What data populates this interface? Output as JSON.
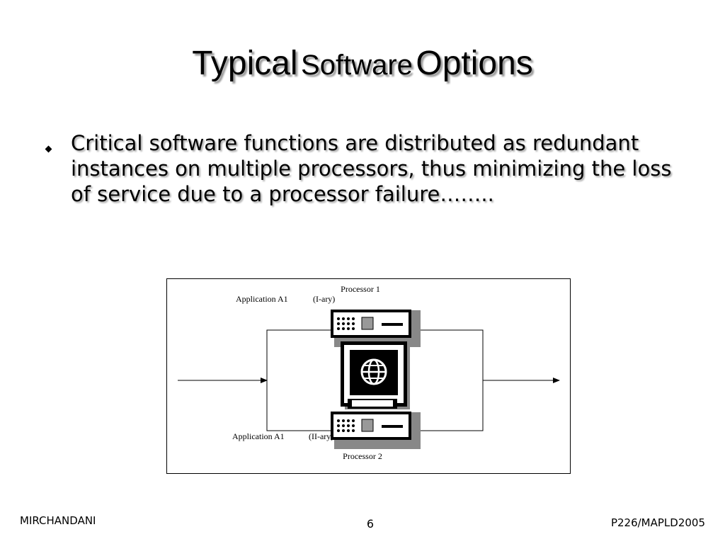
{
  "slide": {
    "title_part1": "Typical",
    "title_part2": "Software",
    "title_part3": "Options",
    "bullet": "Critical software functions are distributed as redundant instances on multiple processors, thus minimizing the loss of service due to a processor failure……..",
    "diagram": {
      "processor1_label": "Processor 1",
      "processor2_label": "Processor 2",
      "app_top_label": "Application A1",
      "app_top_role": "(I-ary)",
      "app_bottom_label": "Application A1",
      "app_bottom_role": "(II-ary)"
    },
    "footer": {
      "left": "MIRCHANDANI",
      "page": "6",
      "right": "P226/MAPLD2005"
    }
  }
}
